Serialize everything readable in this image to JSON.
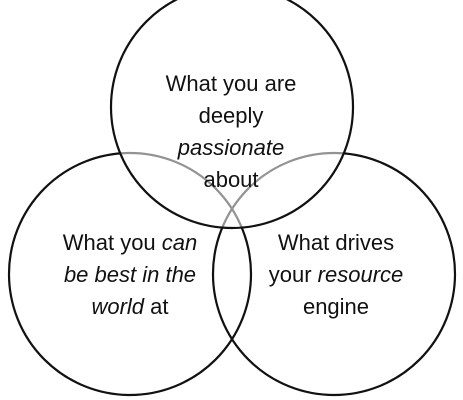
{
  "diagram": {
    "circles": [
      {
        "id": "top",
        "lines": [
          [
            {
              "text": "What you are",
              "italic": false
            }
          ],
          [
            {
              "text": "deeply",
              "italic": false
            }
          ],
          [
            {
              "text": "passionate",
              "italic": true
            }
          ],
          [
            {
              "text": "about",
              "italic": false
            }
          ]
        ]
      },
      {
        "id": "left",
        "lines": [
          [
            {
              "text": "What you ",
              "italic": false
            },
            {
              "text": "can",
              "italic": true
            }
          ],
          [
            {
              "text": "be best in the",
              "italic": true
            }
          ],
          [
            {
              "text": "world",
              "italic": true
            },
            {
              "text": " at",
              "italic": false
            }
          ]
        ]
      },
      {
        "id": "right",
        "lines": [
          [
            {
              "text": "What drives",
              "italic": false
            }
          ],
          [
            {
              "text": "your ",
              "italic": false
            },
            {
              "text": "resource",
              "italic": true
            }
          ],
          [
            {
              "text": "engine",
              "italic": false
            }
          ]
        ]
      }
    ],
    "stroke_color": "#111111",
    "text_color": "#111111"
  }
}
